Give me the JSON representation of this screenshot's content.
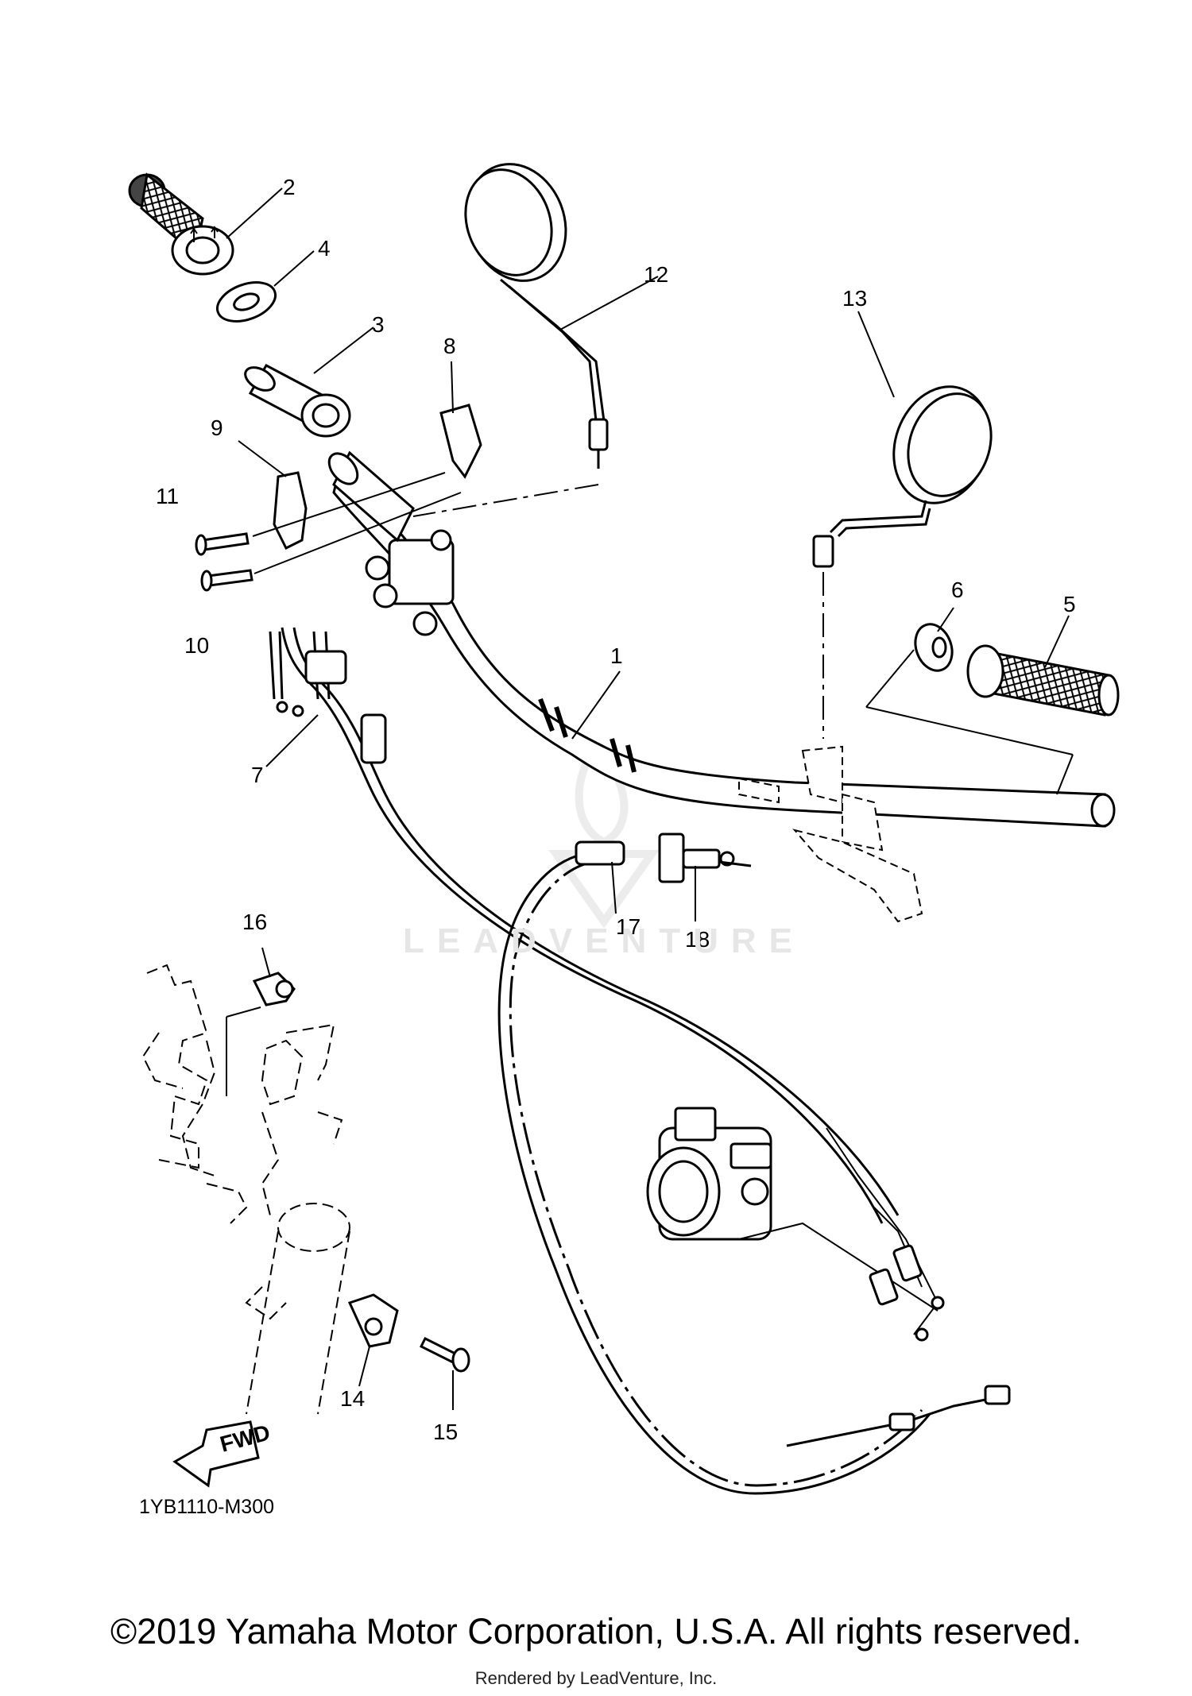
{
  "diagram": {
    "callouts": {
      "c1": "1",
      "c2": "2",
      "c3": "3",
      "c4": "4",
      "c5": "5",
      "c6": "6",
      "c7": "7",
      "c8": "8",
      "c9": "9",
      "c10": "10",
      "c11": "11",
      "c12": "12",
      "c13": "13",
      "c14": "14",
      "c15": "15",
      "c16": "16",
      "c17": "17",
      "c18": "18"
    },
    "diagram_code": "1YB1110-M300",
    "fwd_label": "FWD",
    "watermark": "LEADVENTURE"
  },
  "footer": {
    "copyright": "©2019 Yamaha Motor Corporation, U.S.A. All rights reserved.",
    "rendered_by": "Rendered by LeadVenture, Inc."
  }
}
